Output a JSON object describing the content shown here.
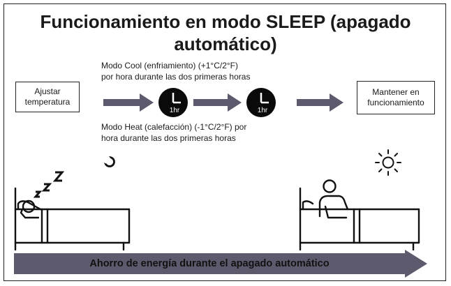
{
  "title": {
    "line1": "Funcionamiento en modo SLEEP (apagado",
    "line2": "automático)"
  },
  "left_box": {
    "line1": "Ajustar",
    "line2": "temperatura"
  },
  "right_box": {
    "line1": "Mantener en",
    "line2": "funcionamiento"
  },
  "cool_text": {
    "line1": "Modo Cool (enfriamiento) (+1°C/2°F)",
    "line2": "por hora durante las dos primeras horas"
  },
  "heat_text": {
    "line1": "Modo Heat (calefacción) (-1°C/2°F) por",
    "line2": "hora durante las dos primeras horas"
  },
  "clocks": [
    {
      "label": "1hr",
      "icon": "clock-icon"
    },
    {
      "label": "1hr",
      "icon": "clock-icon"
    }
  ],
  "sleep_glyph": "z z Z",
  "bottom_bar": {
    "label": "Ahorro de energía durante el apagado automático"
  },
  "colors": {
    "arrow_fill": "#5e5a6e",
    "clock_fill": "#0a0a0a",
    "bar_fill": "#5e5a6e"
  }
}
